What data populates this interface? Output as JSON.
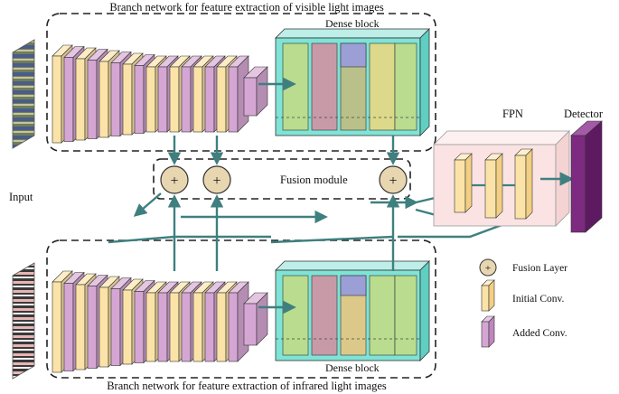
{
  "labels": {
    "top_branch": "Branch network for feature extraction of visible light images",
    "bottom_branch": "Branch network for feature extraction of infrared light images",
    "dense_block_top": "Dense block",
    "dense_block_bottom": "Dense block",
    "fusion_module": "Fusion module",
    "fpn": "FPN",
    "detector": "Detector",
    "input": "Input"
  },
  "legend": [
    {
      "label": "Fusion Layer",
      "icon": "fusion-layer-icon"
    },
    {
      "label": "Initial Conv.",
      "icon": "initial-conv-icon"
    },
    {
      "label": "Added Conv.",
      "icon": "added-conv-icon"
    }
  ],
  "colors": {
    "initial_conv": "#fbe3a8",
    "added_conv": "#d5a6d3",
    "dense_outer": "#7fe3d6",
    "dense_green": "#b9dc8f",
    "dense_red": "#c89aa8",
    "dense_blue": "#9c9fd6",
    "dense_yellow": "#dcd98a",
    "fpn_box": "#fbe3e3",
    "detector": "#7d2a80",
    "arrow": "#3f7f7f"
  }
}
